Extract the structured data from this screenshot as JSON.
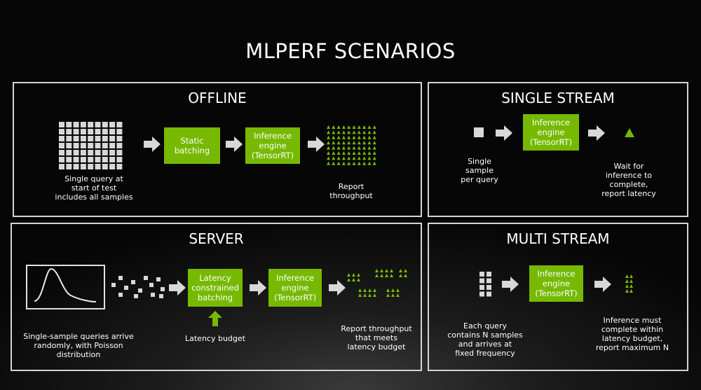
{
  "title": "MLPERF SCENARIOS",
  "colors": {
    "accent": "#76b900",
    "border": "#d4d4d4",
    "background": "#0b0b0b"
  },
  "offline": {
    "title": "OFFLINE",
    "box1": "Static\nbatching",
    "box2": "Inference\nengine\n(TensorRT)",
    "caption_left": "Single query at\nstart of test\nincludes all samples",
    "caption_right": "Report\nthroughput"
  },
  "single_stream": {
    "title": "SINGLE STREAM",
    "box": "Inference\nengine\n(TensorRT)",
    "caption_left": "Single\nsample\nper query",
    "caption_right": "Wait for\ninference to\ncomplete,\nreport latency"
  },
  "server": {
    "title": "SERVER",
    "box1": "Latency\nconstrained\nbatching",
    "box2": "Inference\nengine\n(TensorRT)",
    "caption_left": "Single-sample queries arrive\nrandomly, with Poisson\ndistribution",
    "caption_mid": "Latency budget",
    "caption_right": "Report throughput\nthat meets\nlatency budget"
  },
  "multi_stream": {
    "title": "MULTI STREAM",
    "box": "Inference\nengine\n(TensorRT)",
    "caption_left": "Each query\ncontains N samples\nand arrives at\nfixed frequency",
    "caption_right": "Inference must\ncomplete within\nlatency budget,\nreport maximum N"
  }
}
